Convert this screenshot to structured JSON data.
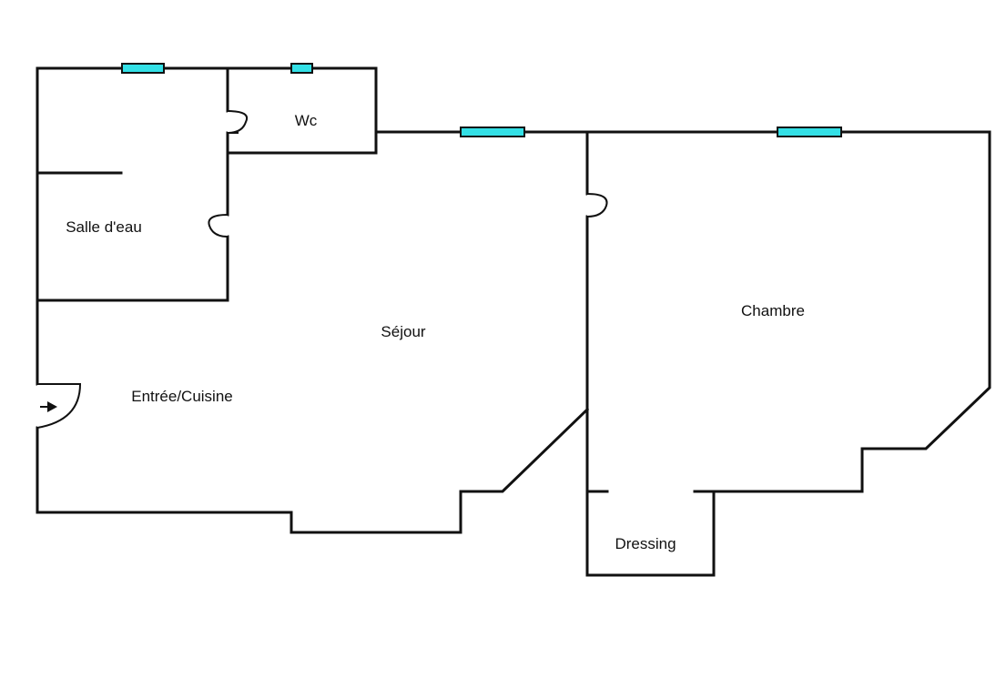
{
  "rooms": {
    "wc": "Wc",
    "salle_deau": "Salle d'eau",
    "sejour": "Séjour",
    "entree_cuisine": "Entrée/Cuisine",
    "chambre": "Chambre",
    "dressing": "Dressing"
  },
  "colors": {
    "wall": "#111111",
    "window": "#33e0e6",
    "background": "#ffffff"
  },
  "icons": {
    "entrance": "entrance-arrow-icon"
  }
}
